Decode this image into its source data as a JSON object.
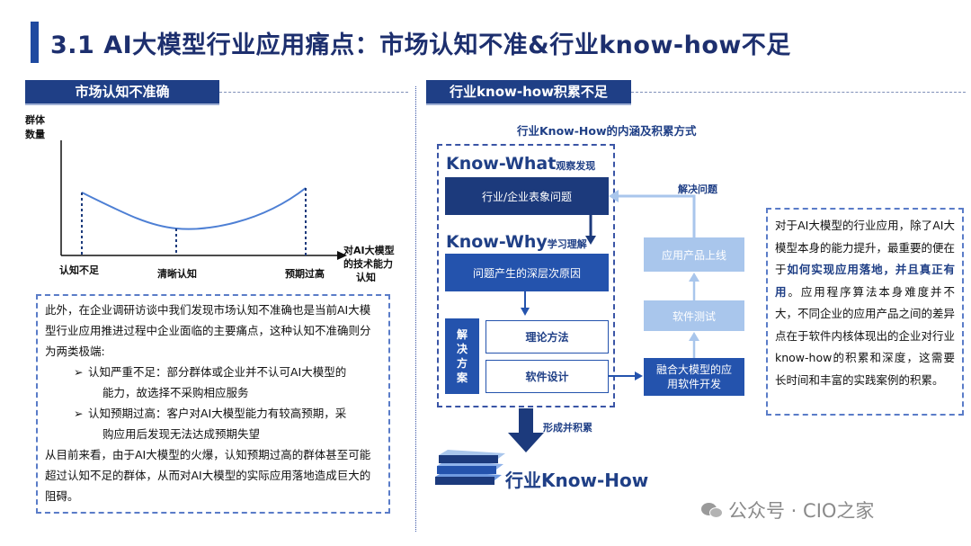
{
  "title": "3.1 AI大模型行业应用痛点：市场认知不准&行业know-how不足",
  "left": {
    "section_title": "市场认知不准确",
    "chart": {
      "y_label_line1": "群体",
      "y_label_line2": "数量",
      "x_label_line1": "对AI大模型",
      "x_label_line2": "的技术能力",
      "x_label_line3": "认知",
      "tick_low": "认知不足",
      "tick_mid": "清晰认知",
      "tick_high": "预期过高"
    },
    "text": {
      "para1": "此外，在企业调研访谈中我们发现市场认知不准确也是当前AI大模型行业应用推进过程中企业面临的主要痛点，这种认知不准确则分为两类极端:",
      "arrow": "➢",
      "bullet1_line1": "认知严重不足：部分群体或企业并不认可AI大模型的",
      "bullet1_line2": "能力，故选择不采购相应服务",
      "bullet2_line1": "认知预期过高：客户对AI大模型能力有较高预期，采",
      "bullet2_line2": "购应用后发现无法达成预期失望",
      "para2": "从目前来看，由于AI大模型的火爆，认知预期过高的群体甚至可能超过认知不足的群体，从而对AI大模型的实际应用落地造成巨大的阻碍。"
    }
  },
  "right": {
    "section_title": "行业know-how积累不足",
    "diagram_title": "行业Know-How的内涵及积累方式",
    "know_what": "Know-What",
    "know_what_sub": "观察发现",
    "know_why": "Know-Why",
    "know_why_sub": "学习理解",
    "box_problem": "行业/企业表象问题",
    "box_cause": "问题产生的深层次原因",
    "solution_chars": [
      "解",
      "决",
      "方",
      "案"
    ],
    "box_theory": "理论方法",
    "box_software": "软件设计",
    "box_dev_line1": "融合大模型的应",
    "box_dev_line2": "用软件开发",
    "box_test": "软件测试",
    "box_launch": "应用产品上线",
    "solve_label": "解决问题",
    "form_label": "形成并积累",
    "knowhow_label": "行业Know-How",
    "side_text": {
      "part1": "对于AI大模型的行业应用，除了AI大模型本身的能力提升，最重要的便在于",
      "highlight": "如何实现应用落地，并且真正有用",
      "part2": "。应用程序算法本身难度并不大，不同企业的应用产品之间的差异点在于软件内核体现出的企业对行业know-how的积累和深度，这需要长时间和丰富的实践案例的积累。"
    }
  },
  "watermark": "公众号 · CIO之家",
  "colors": {
    "navy": "#1f3f86",
    "blue": "#2453ad",
    "light_blue": "#a9c6ec"
  }
}
